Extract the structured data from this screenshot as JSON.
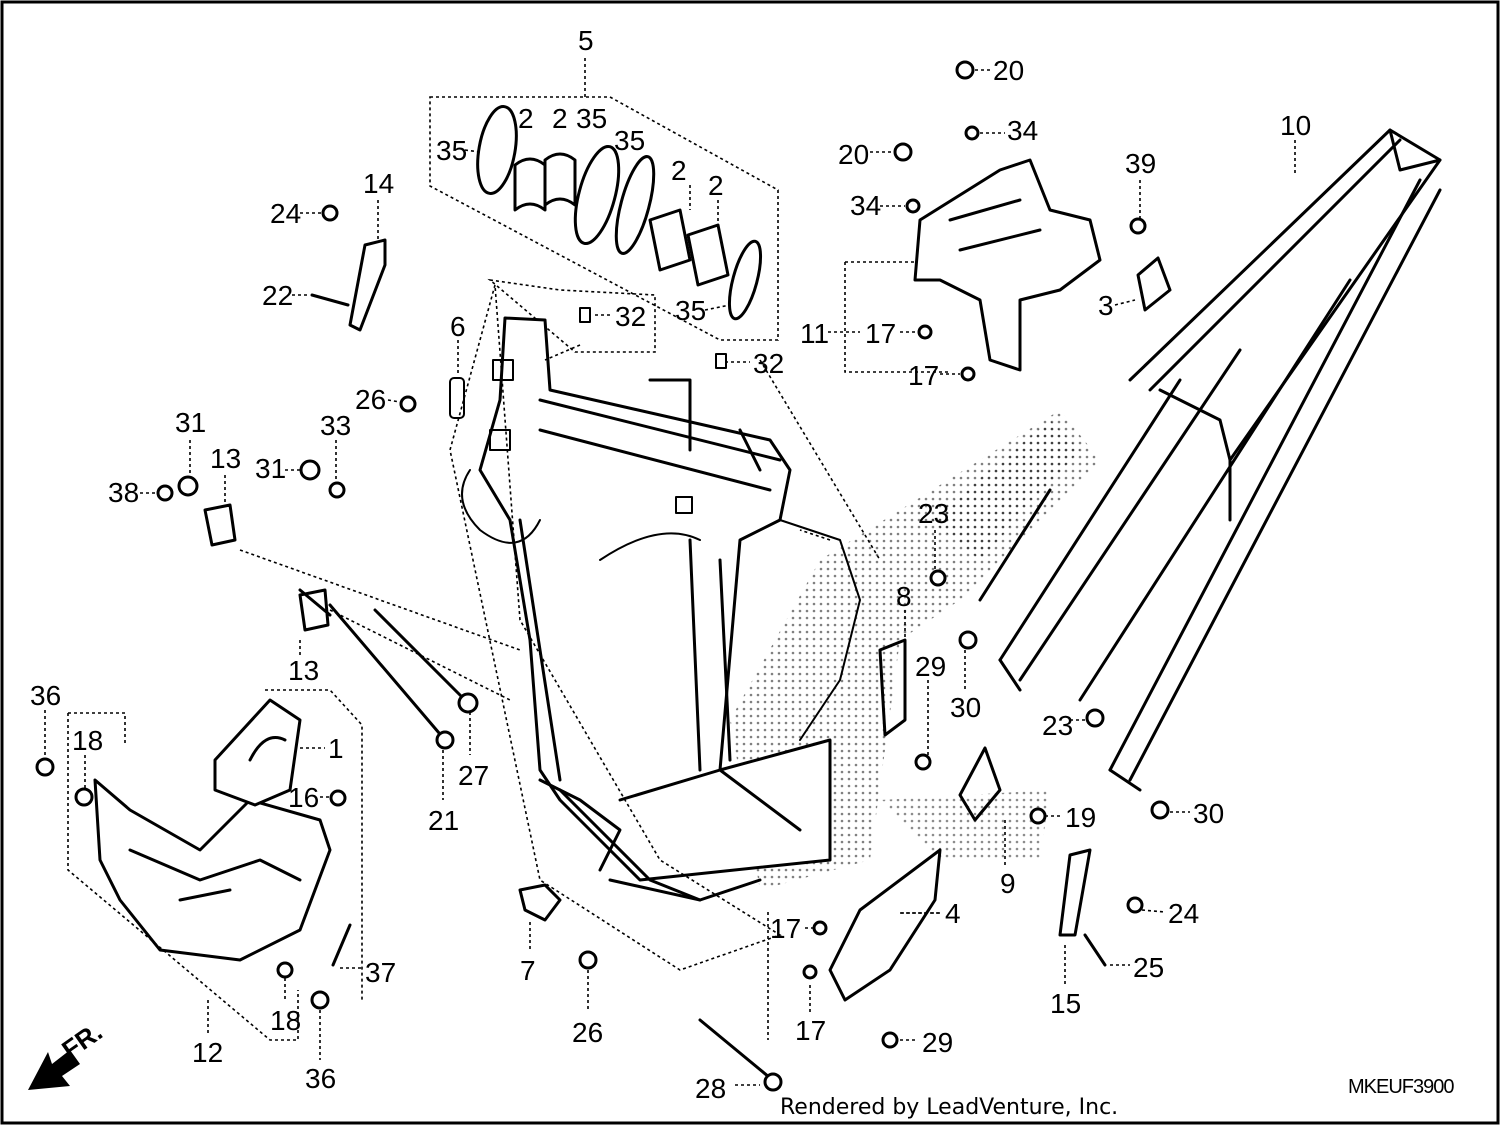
{
  "diagram": {
    "callouts": [
      {
        "id": "c5",
        "text": "5"
      },
      {
        "id": "c2a",
        "text": "2"
      },
      {
        "id": "c2b",
        "text": "2"
      },
      {
        "id": "c35a",
        "text": "35"
      },
      {
        "id": "c35b",
        "text": "35"
      },
      {
        "id": "c35c",
        "text": "35"
      },
      {
        "id": "c2c",
        "text": "2"
      },
      {
        "id": "c2d",
        "text": "2"
      },
      {
        "id": "c35d",
        "text": "35"
      },
      {
        "id": "c32a",
        "text": "32"
      },
      {
        "id": "c32b",
        "text": "32"
      },
      {
        "id": "c14",
        "text": "14"
      },
      {
        "id": "c24a",
        "text": "24"
      },
      {
        "id": "c22",
        "text": "22"
      },
      {
        "id": "c6",
        "text": "6"
      },
      {
        "id": "c26a",
        "text": "26"
      },
      {
        "id": "c33",
        "text": "33"
      },
      {
        "id": "c31a",
        "text": "31"
      },
      {
        "id": "c31b",
        "text": "31"
      },
      {
        "id": "c13a",
        "text": "13"
      },
      {
        "id": "c38",
        "text": "38"
      },
      {
        "id": "c13b",
        "text": "13"
      },
      {
        "id": "c36a",
        "text": "36"
      },
      {
        "id": "c18a",
        "text": "18"
      },
      {
        "id": "c1",
        "text": "1"
      },
      {
        "id": "c16",
        "text": "16"
      },
      {
        "id": "c21",
        "text": "21"
      },
      {
        "id": "c27",
        "text": "27"
      },
      {
        "id": "c37",
        "text": "37"
      },
      {
        "id": "c18b",
        "text": "18"
      },
      {
        "id": "c12",
        "text": "12"
      },
      {
        "id": "c36b",
        "text": "36"
      },
      {
        "id": "c7",
        "text": "7"
      },
      {
        "id": "c26b",
        "text": "26"
      },
      {
        "id": "c28",
        "text": "28"
      },
      {
        "id": "c20a",
        "text": "20"
      },
      {
        "id": "c34a",
        "text": "34"
      },
      {
        "id": "c20b",
        "text": "20"
      },
      {
        "id": "c34b",
        "text": "34"
      },
      {
        "id": "c11",
        "text": "11"
      },
      {
        "id": "c17a",
        "text": "17"
      },
      {
        "id": "c17b",
        "text": "17"
      },
      {
        "id": "c39",
        "text": "39"
      },
      {
        "id": "c3",
        "text": "3"
      },
      {
        "id": "c10",
        "text": "10"
      },
      {
        "id": "c23a",
        "text": "23"
      },
      {
        "id": "c8",
        "text": "8"
      },
      {
        "id": "c29a",
        "text": "29"
      },
      {
        "id": "c30a",
        "text": "30"
      },
      {
        "id": "c23b",
        "text": "23"
      },
      {
        "id": "c30b",
        "text": "30"
      },
      {
        "id": "c19",
        "text": "19"
      },
      {
        "id": "c9",
        "text": "9"
      },
      {
        "id": "c4",
        "text": "4"
      },
      {
        "id": "c17c",
        "text": "17"
      },
      {
        "id": "c17d",
        "text": "17"
      },
      {
        "id": "c29b",
        "text": "29"
      },
      {
        "id": "c24b",
        "text": "24"
      },
      {
        "id": "c25",
        "text": "25"
      },
      {
        "id": "c15",
        "text": "15"
      }
    ],
    "direction_label": "FR.",
    "diagram_code": "MKEUF3900",
    "footer": "Rendered by LeadVenture, Inc."
  }
}
